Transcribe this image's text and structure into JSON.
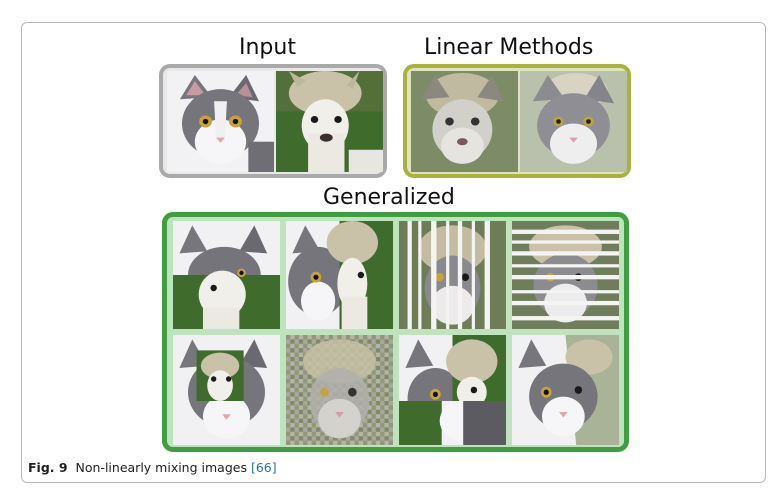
{
  "figure": {
    "headings": {
      "input": "Input",
      "linear": "Linear Methods",
      "generalized": "Generalized"
    },
    "caption": {
      "label": "Fig. 9",
      "text": "Non-linearly mixing images",
      "reference": "[66]"
    },
    "colors": {
      "input_border": "#a9a9a9",
      "linear_border": "#a8b33c",
      "generalized_border": "#3f9e3f",
      "generalized_fill": "#bfe3bd",
      "reference_link": "#2a6fb4"
    },
    "tiles": {
      "input": [
        "cat",
        "alpaca"
      ],
      "linear": [
        "alpaca-cat-blend",
        "cat-alpaca-blend"
      ],
      "generalized": [
        "cat-alpaca-horizontal-split",
        "cat-alpaca-vertical-split",
        "vertical-stripes-mix",
        "horizontal-stripes-mix",
        "alpaca-patch-in-cat",
        "pixel-noise-mix",
        "quadrant-mix",
        "cat-alpaca-diagonal-mix"
      ]
    }
  }
}
